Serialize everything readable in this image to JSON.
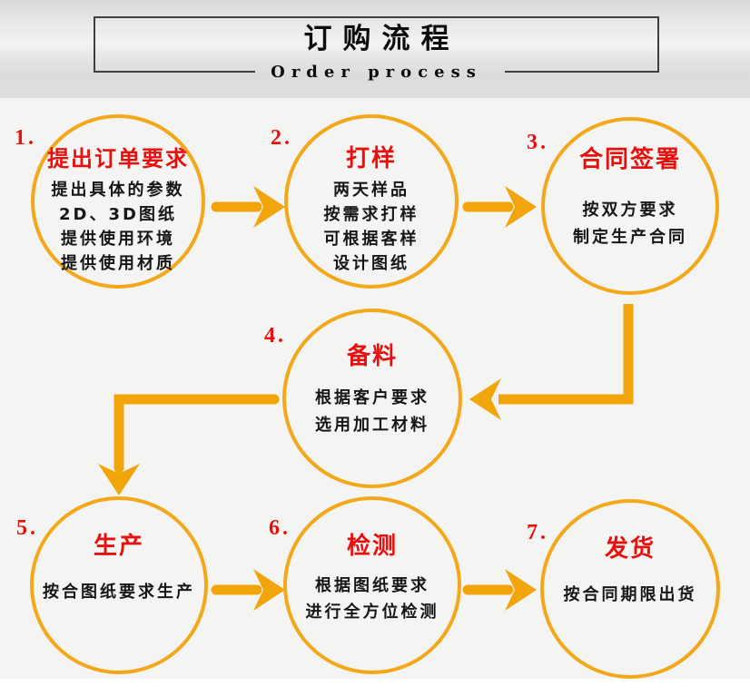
{
  "colors": {
    "accent_arrow": "#f2a40b",
    "accent_circle": "#f3a81c",
    "step_red": "#e8100e",
    "text_black": "#161616",
    "header_border": "#3f3f3f",
    "background": "#f4f4f2"
  },
  "header": {
    "title": "订购流程",
    "subtitle": "Order process"
  },
  "steps": [
    {
      "num": "1.",
      "title": "提出订单要求",
      "lines": [
        "提出具体的参数",
        "2D、3D图纸",
        "提供使用环境",
        "提供使用材质"
      ]
    },
    {
      "num": "2.",
      "title": "打样",
      "lines": [
        "两天样品",
        "按需求打样",
        "可根据客样",
        "设计图纸"
      ]
    },
    {
      "num": "3.",
      "title": "合同签署",
      "lines": [
        "按双方要求",
        "制定生产合同"
      ]
    },
    {
      "num": "4.",
      "title": "备料",
      "lines": [
        "根据客户要求",
        "选用加工材料"
      ]
    },
    {
      "num": "5.",
      "title": "生产",
      "lines": [
        "按合图纸要求生产"
      ]
    },
    {
      "num": "6.",
      "title": "检测",
      "lines": [
        "根据图纸要求",
        "进行全方位检测"
      ]
    },
    {
      "num": "7.",
      "title": "发货",
      "lines": [
        "按合同期限出货"
      ]
    }
  ],
  "connections": [
    {
      "from": "1",
      "to": "2"
    },
    {
      "from": "2",
      "to": "3"
    },
    {
      "from": "3",
      "to": "4"
    },
    {
      "from": "4",
      "to": "5"
    },
    {
      "from": "5",
      "to": "6"
    },
    {
      "from": "6",
      "to": "7"
    }
  ]
}
